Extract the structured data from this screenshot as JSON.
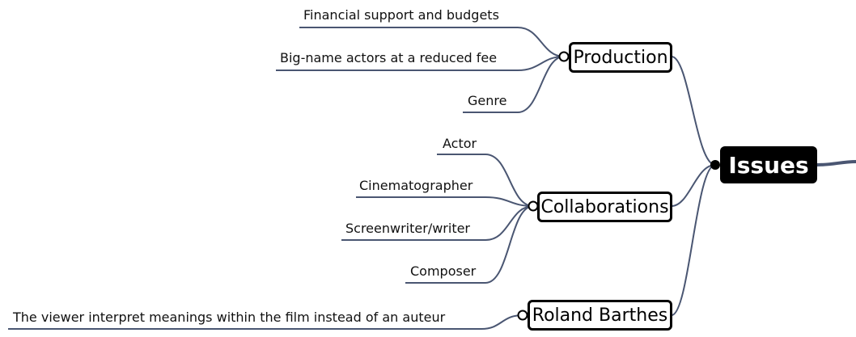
{
  "root": {
    "label": "Issues"
  },
  "branches": [
    {
      "label": "Production",
      "children": [
        "Financial support and budgets",
        "Big-name actors at a reduced fee",
        "Genre"
      ]
    },
    {
      "label": "Collaborations",
      "children": [
        "Actor",
        "Cinematographer",
        "Screenwriter/writer",
        "Composer"
      ]
    },
    {
      "label": "Roland Barthes",
      "children": [
        "The viewer interpret meanings within the film instead of an auteur"
      ]
    }
  ],
  "colors": {
    "connector": "#4a5672",
    "root_bg": "#000000",
    "root_text": "#ffffff"
  }
}
